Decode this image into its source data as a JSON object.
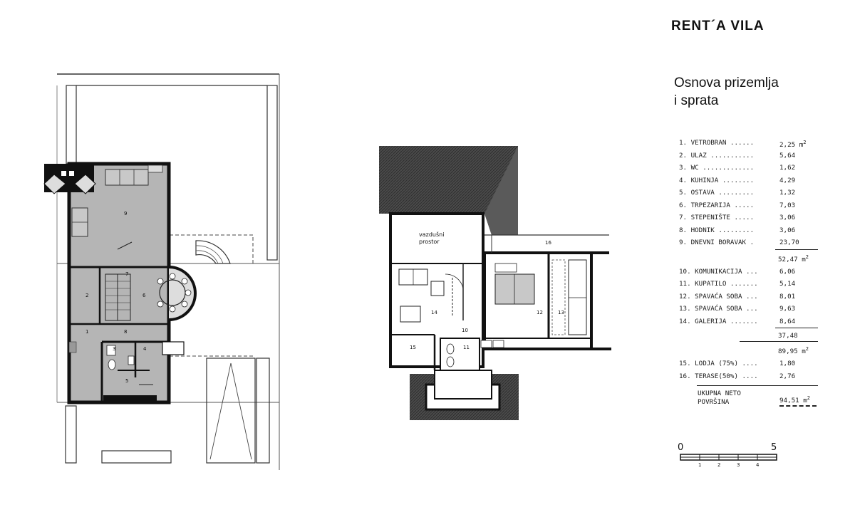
{
  "title": "RENT´A VILA",
  "subtitle": {
    "line1": "Osnova prizemlja",
    "line2": "i sprata"
  },
  "legend": {
    "ground_floor": [
      {
        "label": "1. VETROBRAN ......",
        "value": "2,25"
      },
      {
        "label": "2. ULAZ ...........",
        "value": "5,64"
      },
      {
        "label": "3. WC .............",
        "value": "1,62"
      },
      {
        "label": "4. KUHINJA ........",
        "value": "4,29"
      },
      {
        "label": "5. OSTAVA .........",
        "value": "1,32"
      },
      {
        "label": "6. TRPEZARIJA .....",
        "value": "7,03"
      },
      {
        "label": "7. STEPENIŠTE .....",
        "value": "3,06"
      },
      {
        "label": "8. HODNIK .........",
        "value": "3,06"
      },
      {
        "label": "9. DNEVNI BORAVAK .",
        "value": "23,70"
      }
    ],
    "unit": "m",
    "unit_exp": "2",
    "ground_subtotal": "52,47",
    "upper_floor": [
      {
        "label": "10. KOMUNIKACIJA ...",
        "value": "6,06"
      },
      {
        "label": "11. KUPATILO .......",
        "value": "5,14"
      },
      {
        "label": "12. SPAVAĆA SOBA ...",
        "value": "8,01"
      },
      {
        "label": "13. SPAVAĆA SOBA ...",
        "value": "9,63"
      },
      {
        "label": "14. GALERIJA .......",
        "value": "8,64"
      }
    ],
    "upper_subtotal": "37,48",
    "combined_total": "89,95",
    "outdoor": [
      {
        "label": "15. LODJA (75%) ....",
        "value": "1,80"
      },
      {
        "label": "16. TERASE(50%) ....",
        "value": "2,76"
      }
    ],
    "net_label_line1": "UKUPNA NETO",
    "net_label_line2": "POVRŠINA",
    "net_total": "94,51"
  },
  "scale": {
    "start": "0",
    "end": "5",
    "ticks": [
      "1",
      "2",
      "3",
      "4"
    ]
  },
  "ground_plan": {
    "room_numbers": [
      "9",
      "7",
      "2",
      "6",
      "1",
      "8",
      "3",
      "4",
      "5"
    ]
  },
  "upper_plan": {
    "void_line1": "vazdušni",
    "void_line2": "prostor",
    "room_numbers": [
      "16",
      "14",
      "12",
      "13",
      "10",
      "15",
      "11"
    ]
  }
}
